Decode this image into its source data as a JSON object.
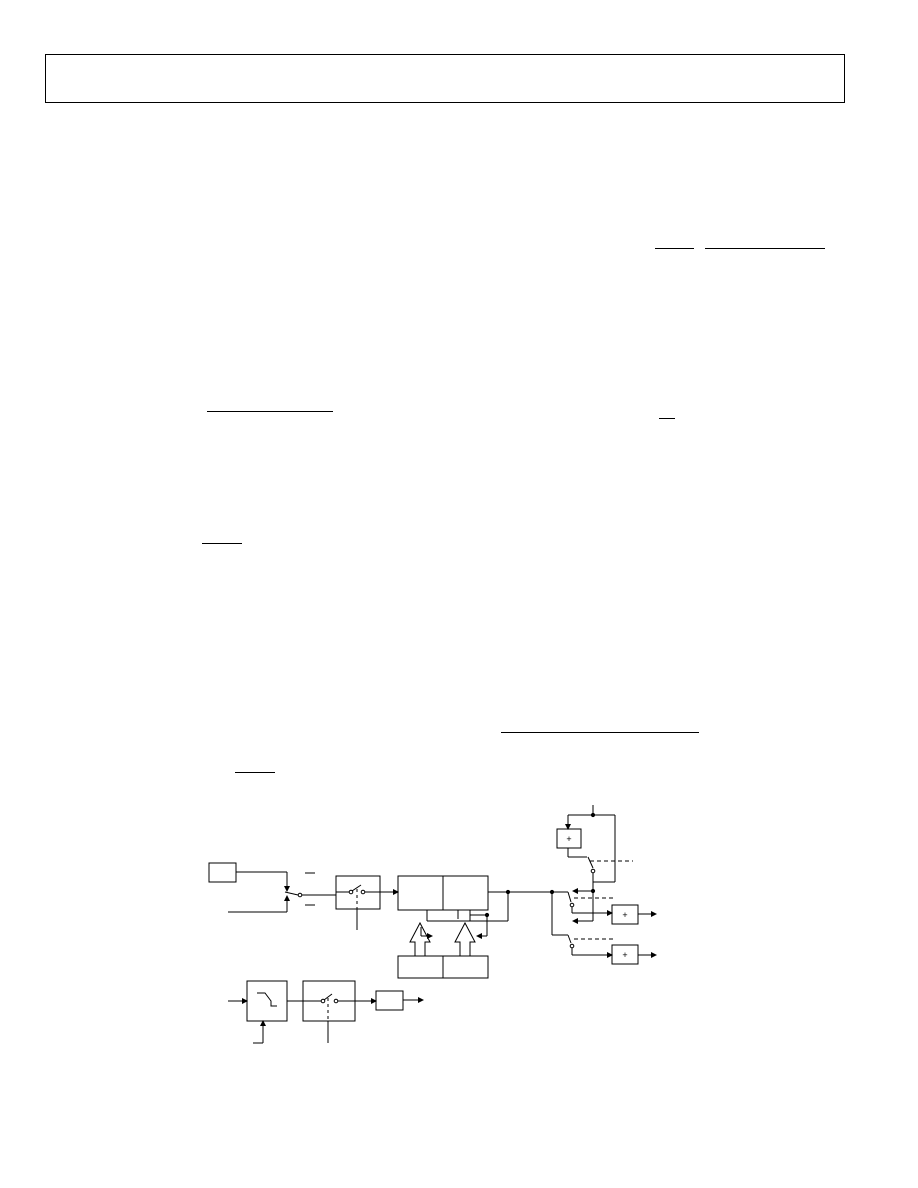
{
  "page": {
    "background": "#ffffff",
    "ink": "#000000"
  },
  "header": {
    "text": ""
  },
  "equation_rules": [
    {
      "id": "rule-1"
    },
    {
      "id": "rule-2"
    },
    {
      "id": "rule-3"
    },
    {
      "id": "rule-4"
    },
    {
      "id": "rule-5"
    },
    {
      "id": "rule-6"
    },
    {
      "id": "rule-7"
    }
  ],
  "block_diagram": {
    "block_labels": [
      "+",
      "+",
      "+"
    ]
  }
}
